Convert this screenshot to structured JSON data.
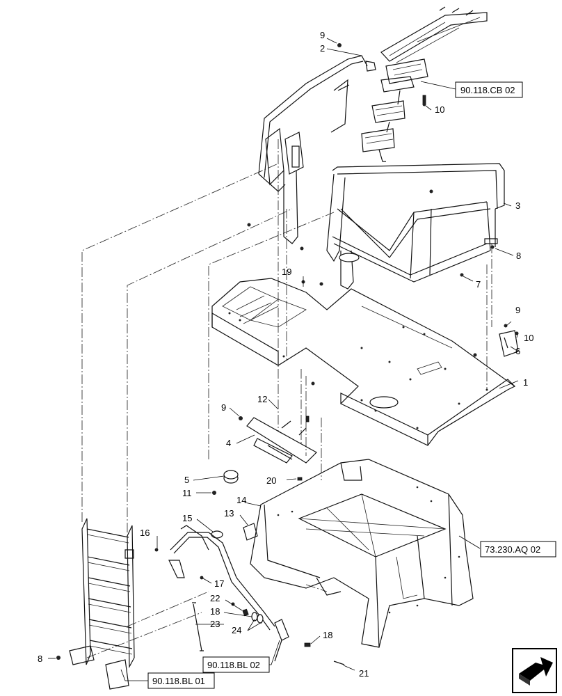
{
  "callouts": {
    "c1": "1",
    "c2": "2",
    "c3": "3",
    "c4": "4",
    "c5": "5",
    "c6": "6",
    "c7": "7",
    "c8a": "8",
    "c8b": "8",
    "c9a": "9",
    "c9b": "9",
    "c9c": "9",
    "c10a": "10",
    "c10b": "10",
    "c11": "11",
    "c12": "12",
    "c13": "13",
    "c14": "14",
    "c15": "15",
    "c16": "16",
    "c17": "17",
    "c18a": "18",
    "c18b": "18",
    "c19": "19",
    "c20": "20",
    "c21": "21",
    "c22": "22",
    "c23": "23",
    "c24": "24"
  },
  "references": {
    "ref_cb": "90.118.CB 02",
    "ref_aq": "73.230.AQ 02",
    "ref_bl02": "90.118.BL 02",
    "ref_bl01": "90.118.BL 01"
  },
  "icons": {
    "nav": "next-page-arrow-icon"
  }
}
